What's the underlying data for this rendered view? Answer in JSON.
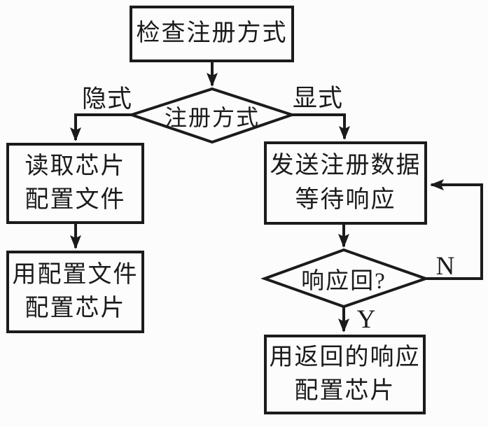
{
  "colors": {
    "ink": "#1b1b1b",
    "paper": "#fcfcfc"
  },
  "flowchart": {
    "nodes": {
      "check_registration": {
        "label": "检查注册方式"
      },
      "registration_mode_decision": {
        "label": "注册方式"
      },
      "read_chip_config": {
        "line1": "读取芯片",
        "line2": "配置文件"
      },
      "configure_with_file": {
        "line1": "用配置文件",
        "line2": "配置芯片"
      },
      "send_registration_data": {
        "line1": "发送注册数据",
        "line2": "等待响应"
      },
      "response_returned_decision": {
        "label": "响应回?"
      },
      "configure_with_response": {
        "line1": "用返回的响应",
        "line2": "配置芯片"
      }
    },
    "edge_labels": {
      "implicit": "隐式",
      "explicit": "显式",
      "no": "N",
      "yes": "Y"
    }
  }
}
